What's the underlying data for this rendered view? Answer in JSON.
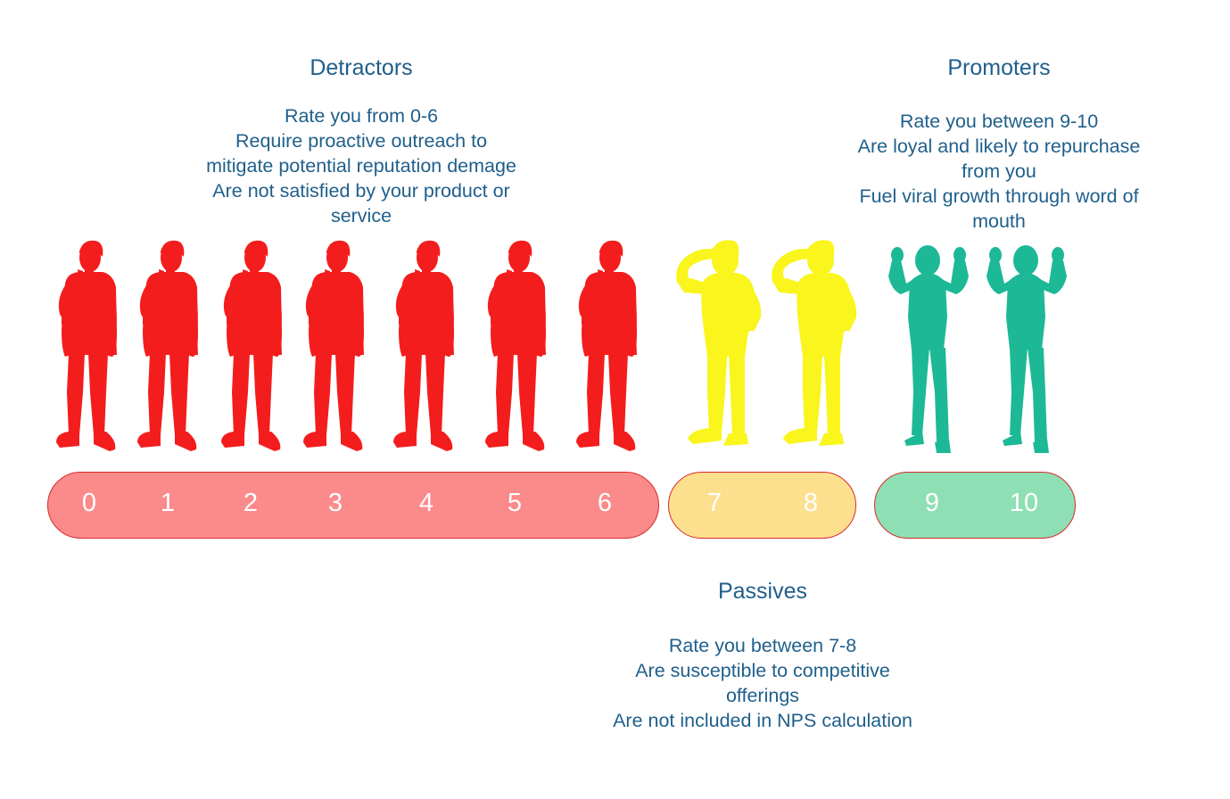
{
  "colors": {
    "text": "#1f5f8b",
    "detractor_figure": "#f31d1d",
    "passive_figure": "#f9f51d",
    "promoter_figure": "#1db996",
    "detractor_band": "#fb8a8a",
    "passive_band": "#fde08e",
    "promoter_band": "#8edfb4",
    "band_border": "#d92b2b",
    "number": "#ffffff"
  },
  "detractors": {
    "title": "Detractors",
    "lines": [
      "Rate you from 0-6",
      "Require proactive outreach to",
      "mitigate potential reputation demage",
      "Are not satisfied by your product or",
      "service"
    ],
    "scores": [
      "0",
      "1",
      "2",
      "3",
      "4",
      "5",
      "6"
    ],
    "figure_icon": "person-thinking-icon"
  },
  "passives": {
    "title": "Passives",
    "lines": [
      "Rate you between 7-8",
      "Are susceptible to competitive",
      "offerings",
      "Are not included in NPS calculation"
    ],
    "scores": [
      "7",
      "8"
    ],
    "figure_icon": "person-scratching-head-icon"
  },
  "promoters": {
    "title": "Promoters",
    "lines": [
      "Rate you between 9-10",
      "Are loyal and likely to repurchase",
      "from you",
      "Fuel viral growth through word of",
      "mouth"
    ],
    "scores": [
      "9",
      "10"
    ],
    "figure_icon": "person-cheering-icon"
  }
}
